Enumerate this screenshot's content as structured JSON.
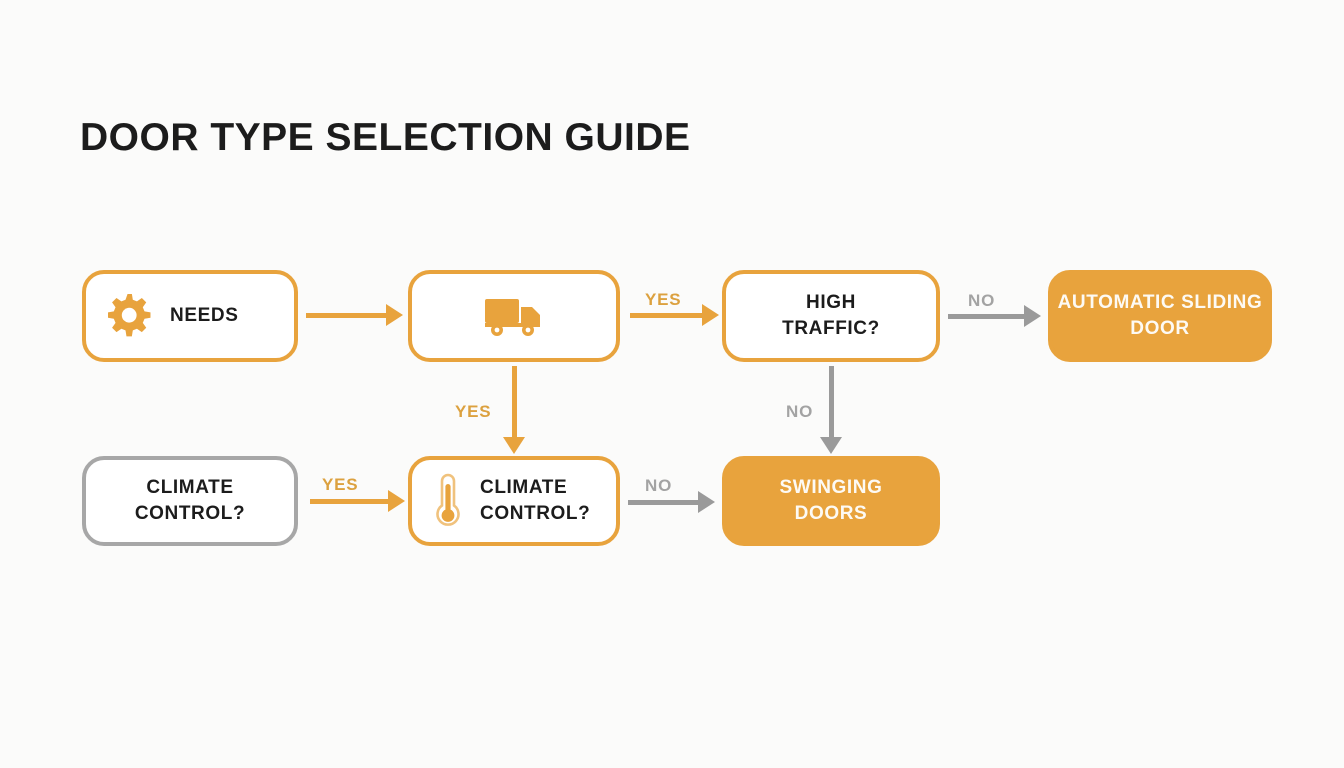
{
  "page": {
    "title": "DOOR TYPE SELECTION GUIDE",
    "background_color": "#fbfbfa",
    "accent_orange": "#e8a33d",
    "neutral_gray": "#9a9a9a",
    "text_dark": "#1c1c1c",
    "text_on_fill": "#fdfaf4"
  },
  "diagram": {
    "type": "flowchart",
    "nodes": [
      {
        "id": "needs",
        "label": "NEEDS",
        "icon": "gear-icon",
        "style": "outline-orange",
        "row": 1
      },
      {
        "id": "delivery",
        "label": "",
        "icon": "delivery-truck-icon",
        "style": "outline-orange",
        "row": 1
      },
      {
        "id": "high-traffic",
        "label_line1": "HIGH",
        "label_line2": "TRAFFIC?",
        "style": "outline-orange",
        "row": 1
      },
      {
        "id": "automatic-sliding-door",
        "label_line1": "AUTOMATIC SLIDING",
        "label_line2": "DOOR",
        "style": "filled-orange",
        "row": 1
      },
      {
        "id": "climate-control-question",
        "label_line1": "CLIMATE",
        "label_line2": "CONTROL?",
        "style": "outline-gray",
        "row": 2
      },
      {
        "id": "climate-control-decision",
        "label_line1": "CLIMATE",
        "label_line2": "CONTROL?",
        "icon": "thermometer-icon",
        "style": "outline-orange",
        "row": 2
      },
      {
        "id": "swinging-doors",
        "label_line1": "SWINGING",
        "label_line2": "DOORS",
        "style": "filled-orange",
        "row": 2
      }
    ],
    "connectors": [
      {
        "id": "needs-to-delivery",
        "label": "",
        "color": "orange",
        "direction": "right"
      },
      {
        "id": "delivery-to-high-traffic",
        "label": "YES",
        "color": "orange",
        "direction": "right"
      },
      {
        "id": "high-traffic-to-automatic-sliding-door",
        "label": "NO",
        "color": "gray",
        "direction": "right"
      },
      {
        "id": "delivery-to-climate-control",
        "label": "YES",
        "color": "orange",
        "direction": "down"
      },
      {
        "id": "high-traffic-to-swinging-doors",
        "label": "NO",
        "color": "gray",
        "direction": "down"
      },
      {
        "id": "climate-question-to-climate-decision",
        "label": "YES",
        "color": "orange",
        "direction": "right"
      },
      {
        "id": "climate-decision-to-swinging-doors",
        "label": "NO",
        "color": "gray",
        "direction": "right"
      }
    ]
  }
}
